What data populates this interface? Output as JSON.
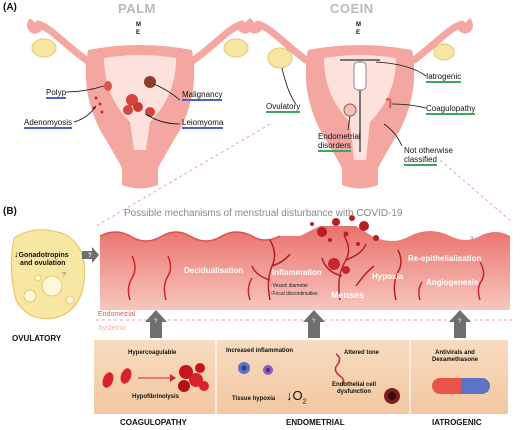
{
  "panel_a": {
    "label": "(A)",
    "palm": {
      "title": "PALM",
      "M": "M",
      "E": "E",
      "polyp": "Polyp",
      "adenomyosis": "Adenomyosis",
      "malignancy": "Malignancy",
      "leiomyoma": "Leiomyoma"
    },
    "coein": {
      "title": "COEIN",
      "M": "M",
      "E": "E",
      "ovulatory": "Ovulatory",
      "iatrogenic": "Iatrogenic",
      "coagulopathy": "Coagulopathy",
      "endometrial_l1": "Endometrial",
      "endometrial_l2": "disorders",
      "not_l1": "Not otherwise",
      "not_l2": "classified"
    }
  },
  "panel_b": {
    "label": "(B)",
    "title": "Possible mechanisms of menstrual disturbance with COVID-19",
    "gon_l1": "Gonadotropins",
    "gon_l2": "and ovulation",
    "ovulatory": "OVULATORY",
    "decidualisation": "Decidualisation",
    "inflammation": "Inflammation",
    "vessel_diameter": "Vessel diameter",
    "focal_disc": "Focal discontinuities",
    "menses": "Menses",
    "hypoxia": "Hypoxia",
    "reepith": "Re-epithelialisation",
    "angiogenesis": "Angiogenesis",
    "endometrial_label": "Endometrial",
    "systemic_label": "Systemic",
    "q": "?",
    "hypercoag": "Hypercoagulable",
    "hypofib": "Hypofibrinolysis",
    "increased_infl": "Increased inflammation",
    "altered_tone": "Altered tone",
    "tissue_hypoxia": "Tissue hypoxia",
    "o2_prefix": "↓O",
    "o2_sub": "2",
    "endo_dys_l1": "Endothelial cell",
    "endo_dys_l2": "dysfunction",
    "antivirals_l1": "Antivirals and",
    "antivirals_l2": "Dexamethasone",
    "coagulopathy": "COAGULOPATHY",
    "endometrial": "ENDOMETRIAL",
    "iatrogenic": "IATROGENIC"
  },
  "colors": {
    "pink": "#f4a7a1",
    "red": "#c8282b",
    "yellow": "#f8e7a3",
    "beige": "#f5d7b6",
    "grey_arrow": "#6f6f6f"
  }
}
